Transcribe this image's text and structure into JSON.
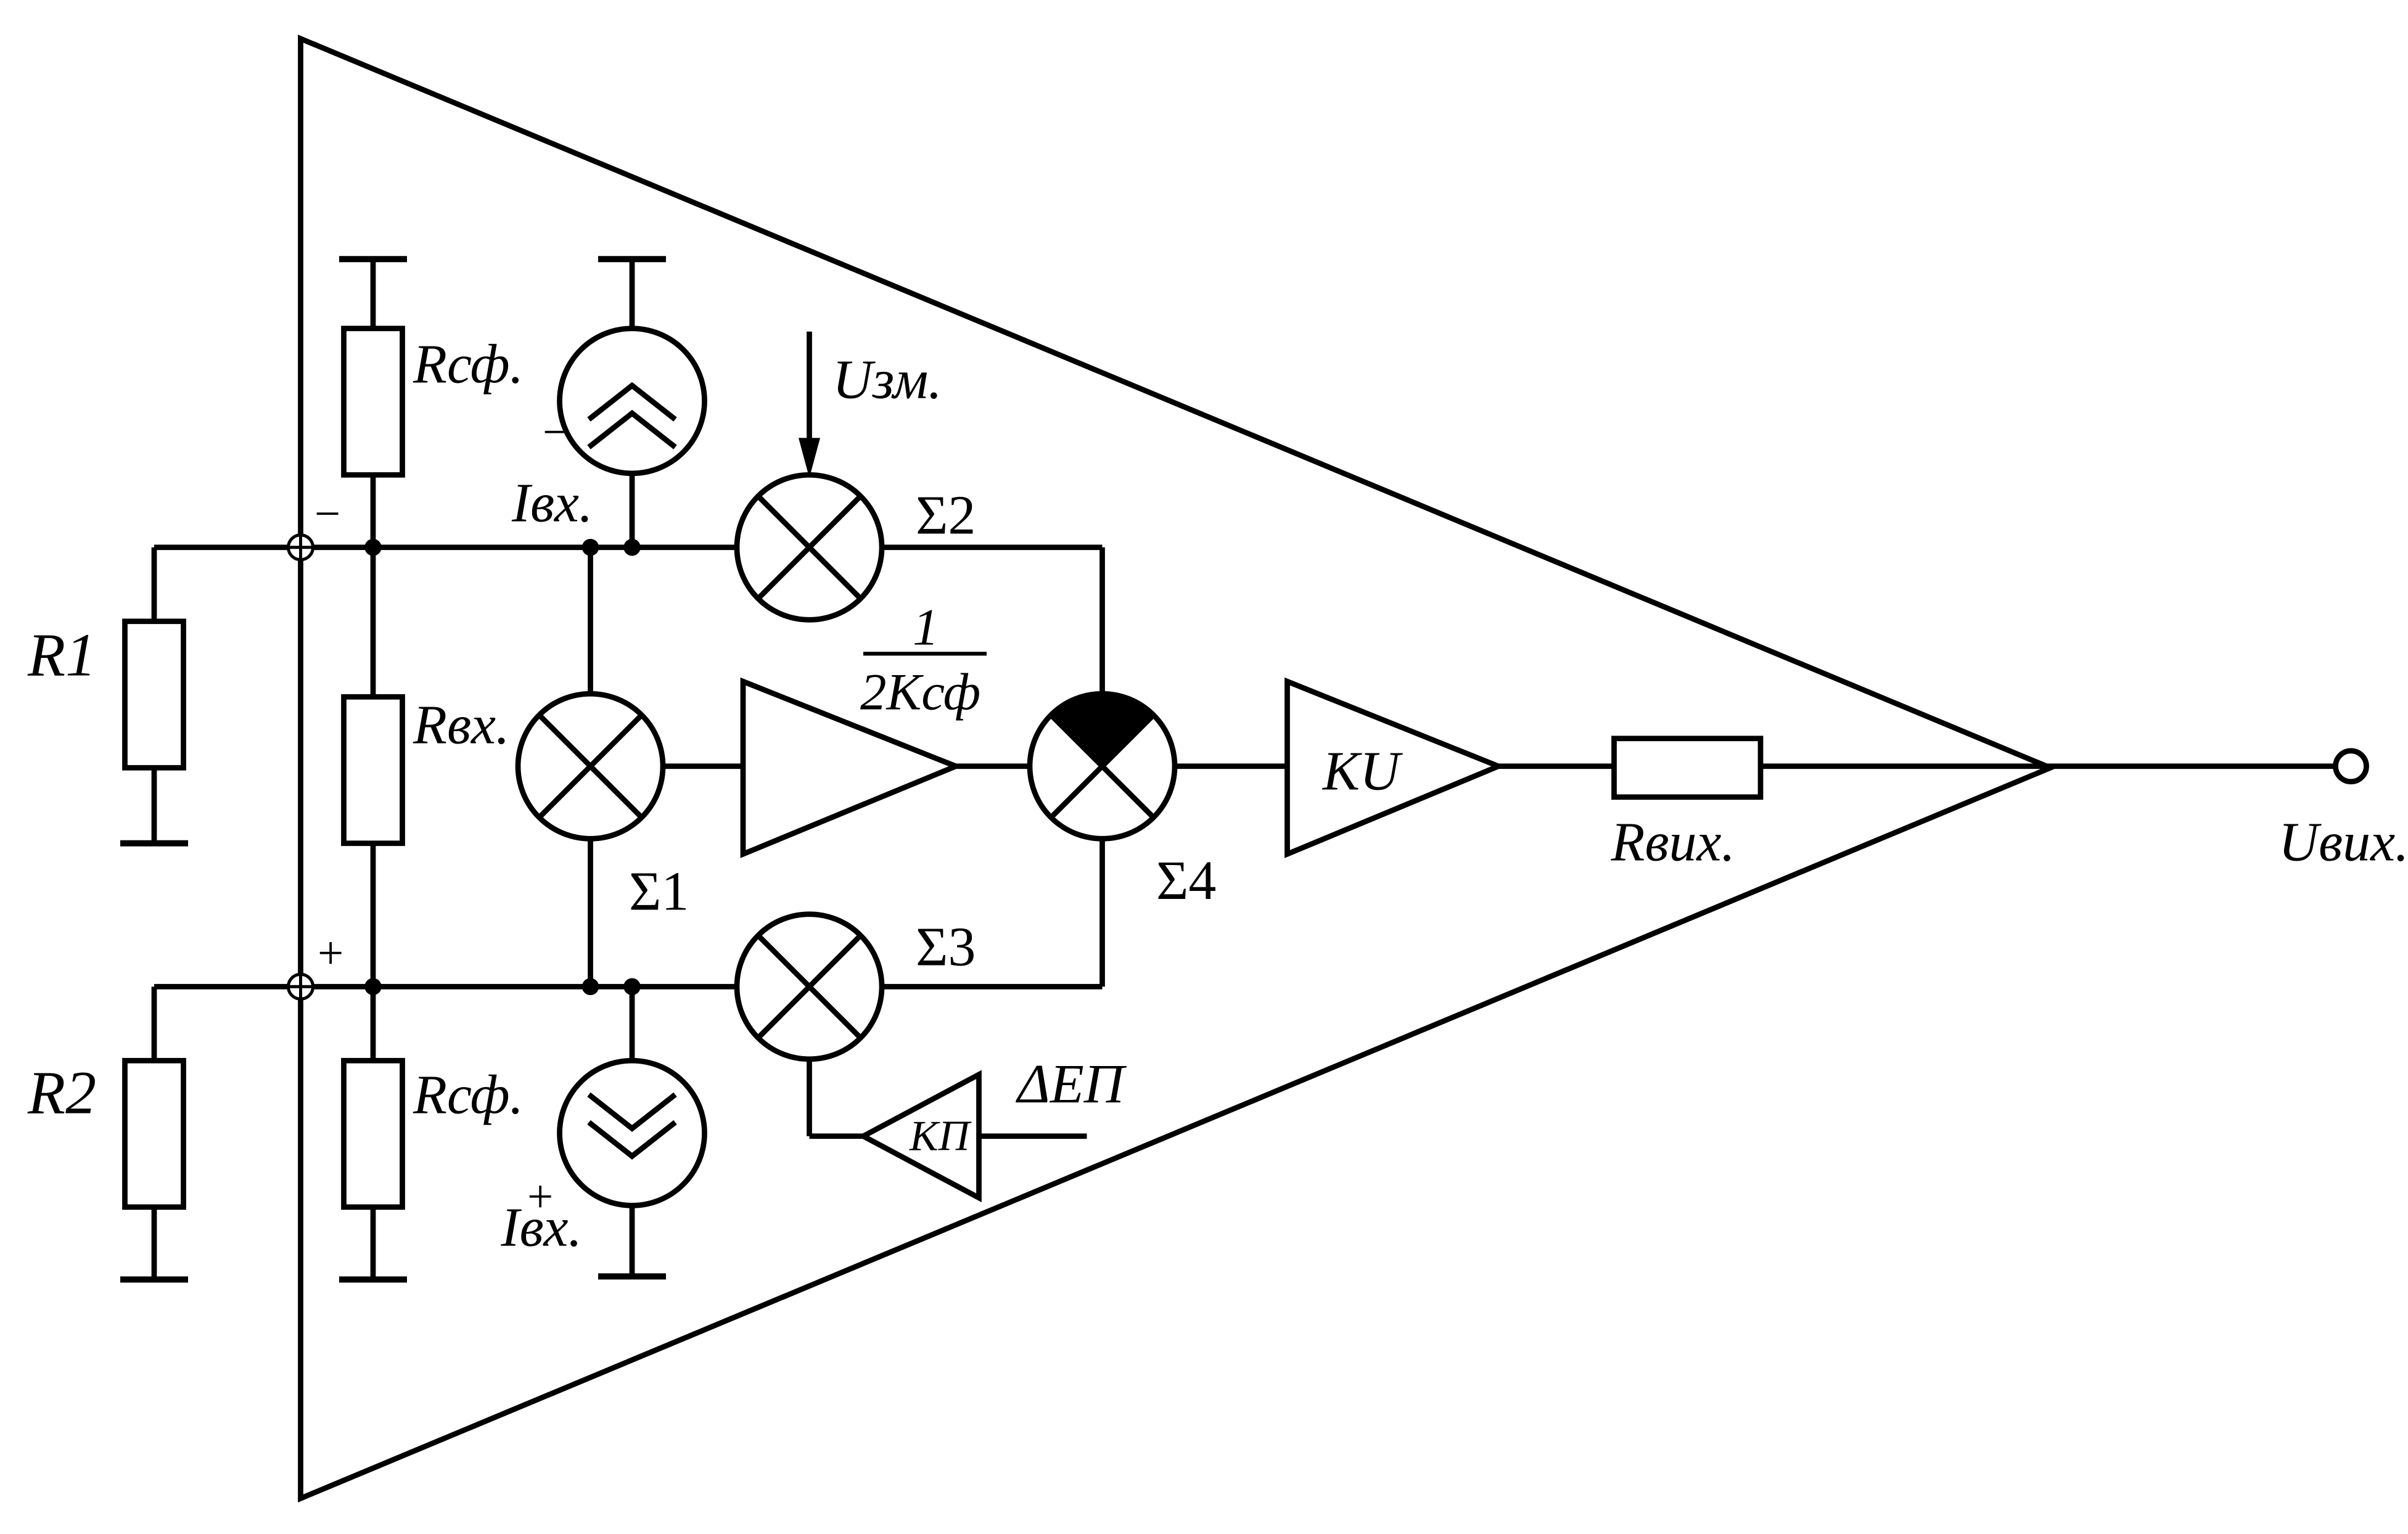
{
  "labels": {
    "r1": "R1",
    "r2": "R2",
    "minus": "−",
    "plus": "+",
    "r_sf_top": "Rсф.",
    "r_sf_bottom": "Rсф.",
    "r_vx": "Rвх.",
    "i_vx_minus": "Iвх.",
    "i_vx_minus_sup": "−",
    "i_vx_plus": "Iвх.",
    "i_vx_plus_sup": "+",
    "u_zm": "Uзм.",
    "sigma1": "Σ1",
    "sigma2": "Σ2",
    "sigma3": "Σ3",
    "sigma4": "Σ4",
    "frac_num": "1",
    "frac_den": "2Kсф",
    "ku": "KU",
    "kp": "KП",
    "delta_ep": "ΔEП",
    "r_vyx": "Rвих.",
    "u_vyx": "Uвих."
  }
}
